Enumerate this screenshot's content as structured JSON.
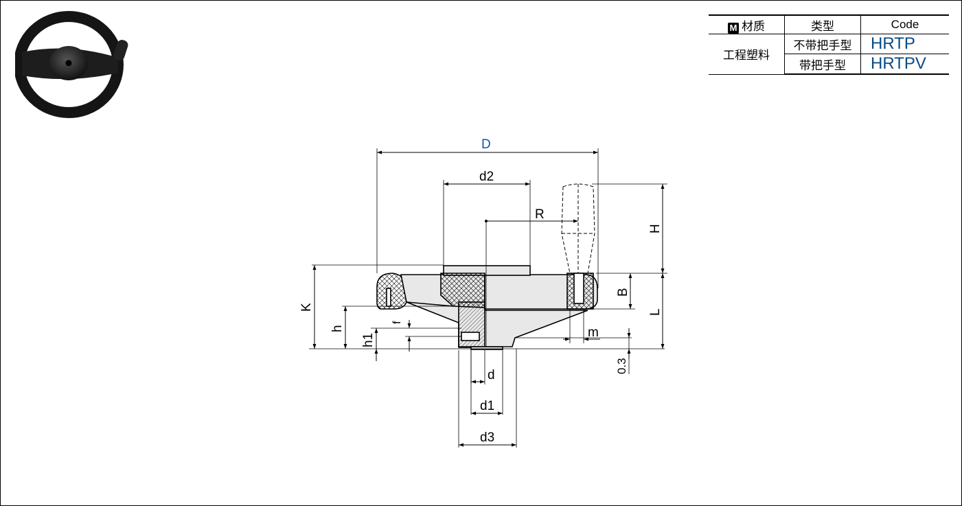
{
  "spec_table": {
    "header": {
      "material_badge": "M",
      "material": "材质",
      "type": "类型",
      "code": "Code"
    },
    "material_value": "工程塑料",
    "rows": [
      {
        "type": "不带把手型",
        "code": "HRTP"
      },
      {
        "type": "带把手型",
        "code": "HRTPV"
      }
    ]
  },
  "dimensions": {
    "D": "D",
    "d2": "d2",
    "R": "R",
    "H": "H",
    "K": "K",
    "B": "B",
    "L": "L",
    "h": "h",
    "h1": "h1",
    "f": "f",
    "m": "m",
    "d": "d",
    "d1": "d1",
    "d3": "d3",
    "gap": "0.3"
  },
  "colors": {
    "accent_blue": "#0a5aa8",
    "code_blue": "#0a4a86",
    "part_fill": "#e8e8e8",
    "line": "#000000"
  }
}
